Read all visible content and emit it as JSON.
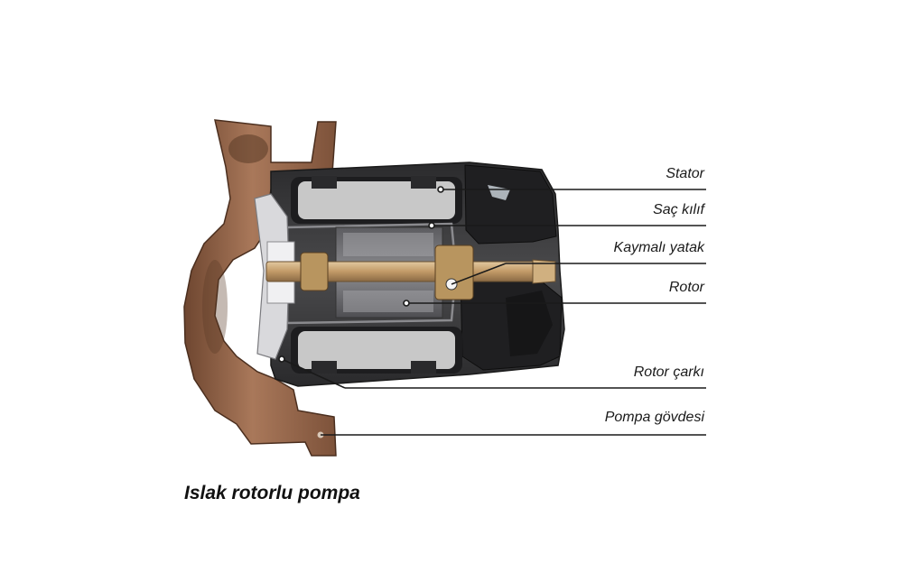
{
  "labels": {
    "stator": "Stator",
    "sac_kilif": "Saç kılıf",
    "kaymali_yatak": "Kaymalı yatak",
    "rotor": "Rotor",
    "rotor_carki": "Rotor çarkı",
    "pompa_govdesi": "Pompa gövdesi"
  },
  "caption": "Islak rotorlu pompa",
  "colors": {
    "pump_body": "#9a6a4c",
    "motor_housing": "#3c3c3e",
    "stator": "#c9c9c9",
    "shaft": "#c6a57a",
    "leader_line": "#1a1a1a"
  }
}
